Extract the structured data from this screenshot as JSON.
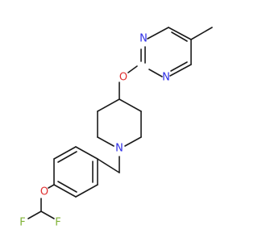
{
  "atoms": {
    "n_pyrimidine_top": {
      "label": "N",
      "color": "#2e2ee6"
    },
    "n_pyrimidine_bottom": {
      "label": "N",
      "color": "#2e2ee6"
    },
    "o_ether": {
      "label": "O",
      "color": "#e03030"
    },
    "n_piperidine": {
      "label": "N",
      "color": "#2e2ee6"
    },
    "o_aryl": {
      "label": "O",
      "color": "#e03030"
    },
    "f_left": {
      "label": "F",
      "color": "#7fb236"
    },
    "f_right": {
      "label": "F",
      "color": "#7fb236"
    }
  },
  "colors": {
    "bond": "#1a1a1a",
    "background": "#ffffff"
  }
}
